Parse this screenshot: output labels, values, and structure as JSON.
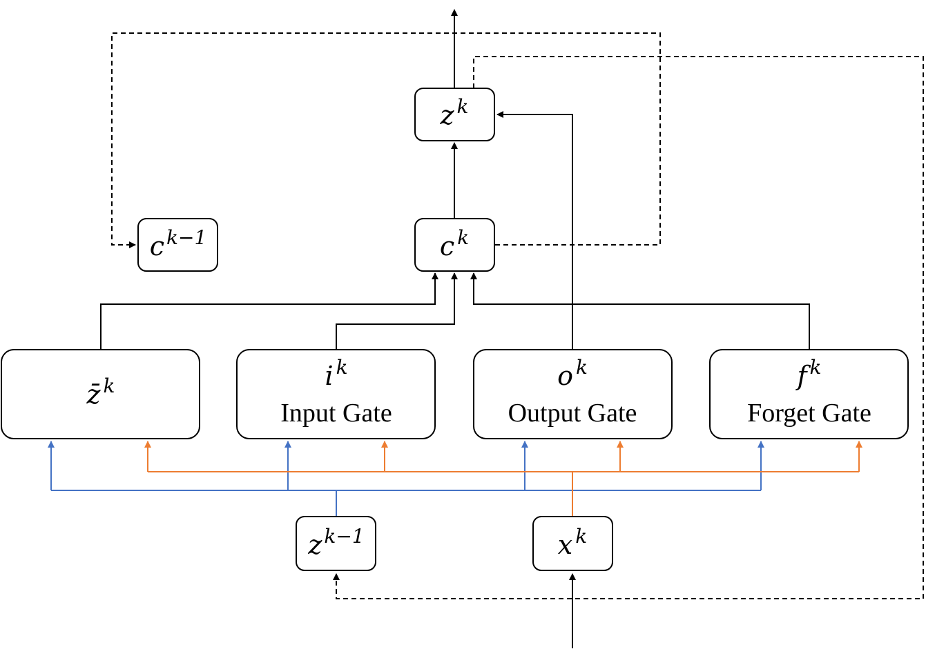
{
  "colors": {
    "stroke": "#000000",
    "blue_wire": "#4472C4",
    "orange_wire": "#ED7D31",
    "background": "#ffffff"
  },
  "nodes": {
    "z_k": {
      "base": "z",
      "sup": "k"
    },
    "c_k": {
      "base": "c",
      "sup": "k"
    },
    "c_k_minus_1": {
      "base": "c",
      "sup": "k−1"
    },
    "z_bar_k": {
      "base": "z̄",
      "sup": "k"
    },
    "input_gate": {
      "base": "i",
      "sup": "k",
      "label": "Input Gate"
    },
    "output_gate": {
      "base": "o",
      "sup": "k",
      "label": "Output Gate"
    },
    "forget_gate": {
      "base": "f",
      "sup": "k",
      "label": "Forget Gate"
    },
    "z_k_minus_1": {
      "base": "z",
      "sup": "k−1"
    },
    "x_k": {
      "base": "x",
      "sup": "k"
    }
  }
}
